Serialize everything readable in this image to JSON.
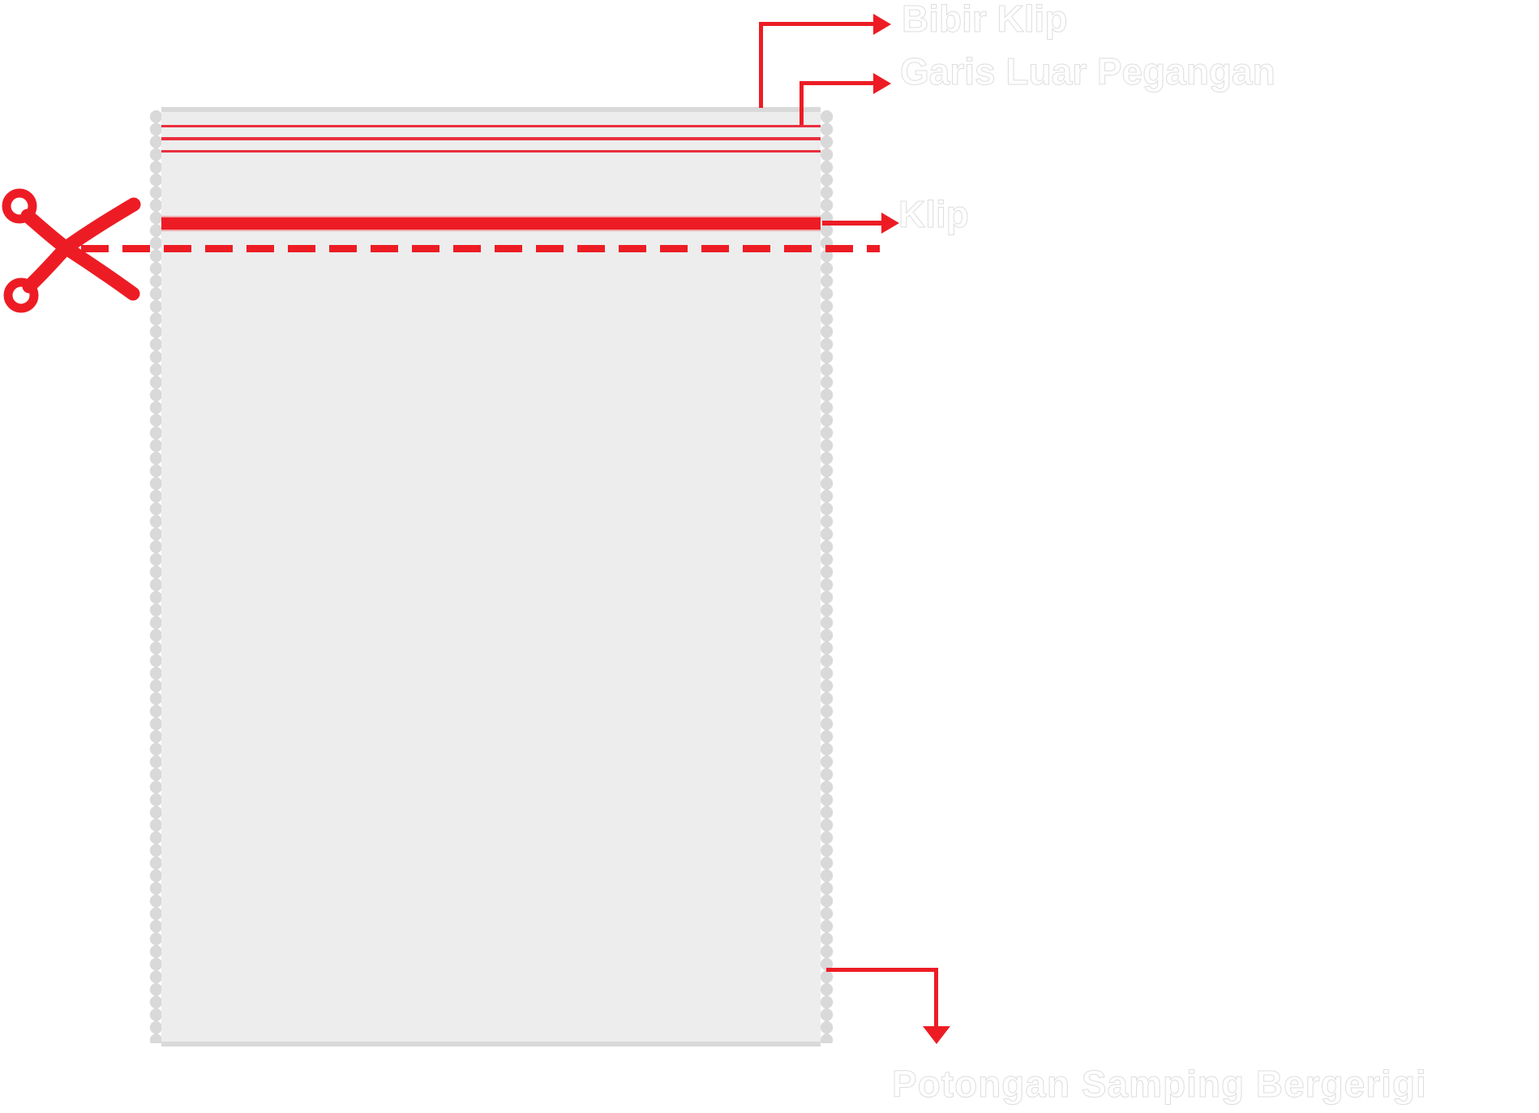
{
  "labels": {
    "bibir_klip": "Bibir Klip",
    "garis_luar_pegangan": "Garis Luar Pegangan",
    "klip": "Klip",
    "potongan_samping_bergerigi": "Potongan Samping Bergerigi"
  },
  "colors": {
    "annotation_red": "#ed1c24",
    "zipper_line_red": "#e92f3e",
    "bag_body_gray": "#ededed",
    "bag_edge_gray": "#d9d9d9",
    "label_text": "#ffffff",
    "background": "#ffffff"
  },
  "icons": {
    "scissors": "scissors-icon"
  }
}
